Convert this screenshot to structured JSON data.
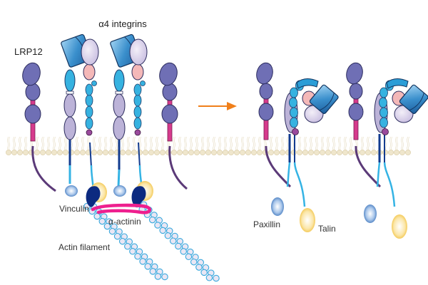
{
  "labels": {
    "integrins": "α4 integrins",
    "lrp12": "LRP12",
    "vinculin": "Vinculin",
    "alpha_actinin": "α-actinin",
    "actin_filament": "Actin filament",
    "paxillin": "Paxillin",
    "talin": "Talin"
  },
  "states": {
    "left": "active integrins linked to actin cytoskeleton",
    "right": "bent integrins with LRP12, adaptor proteins released"
  },
  "colors": {
    "lrp12_domain": "#6f6fb5",
    "lrp12_linker": "#d63a8c",
    "lrp12_tail": "#5b3a78",
    "alpha_head": "#2f88c8",
    "alpha_leg": "#bcb3d8",
    "beta_head": "#ddd5ea",
    "beta_psi": "#f4b8b8",
    "beta_egf": "#36b2e0",
    "beta_tm": "#9a4a9c",
    "tm_helix": "#123b8f",
    "cyto_tail": "#34b3e4",
    "paxillin": "#5b8fcf",
    "talin": "#f3c94a",
    "vinculin": "#0c2a80",
    "alpha_actinin": "#ee1f8e",
    "actin": "#38a8dd",
    "membrane": "#e7dcc0",
    "arrow": "#f07f1a"
  }
}
